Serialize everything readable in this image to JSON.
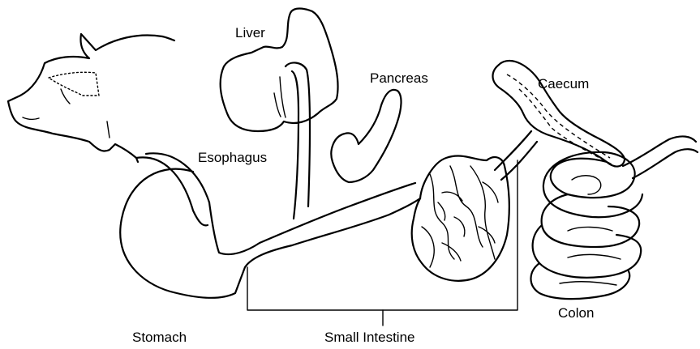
{
  "labels": {
    "liver": "Liver",
    "pancreas": "Pancreas",
    "caecum": "Caecum",
    "esophagus": "Esophagus",
    "stomach": "Stomach",
    "small_intestine": "Small Intestine",
    "colon": "Colon"
  },
  "colors": {
    "line": "#000000",
    "background": "#ffffff"
  }
}
